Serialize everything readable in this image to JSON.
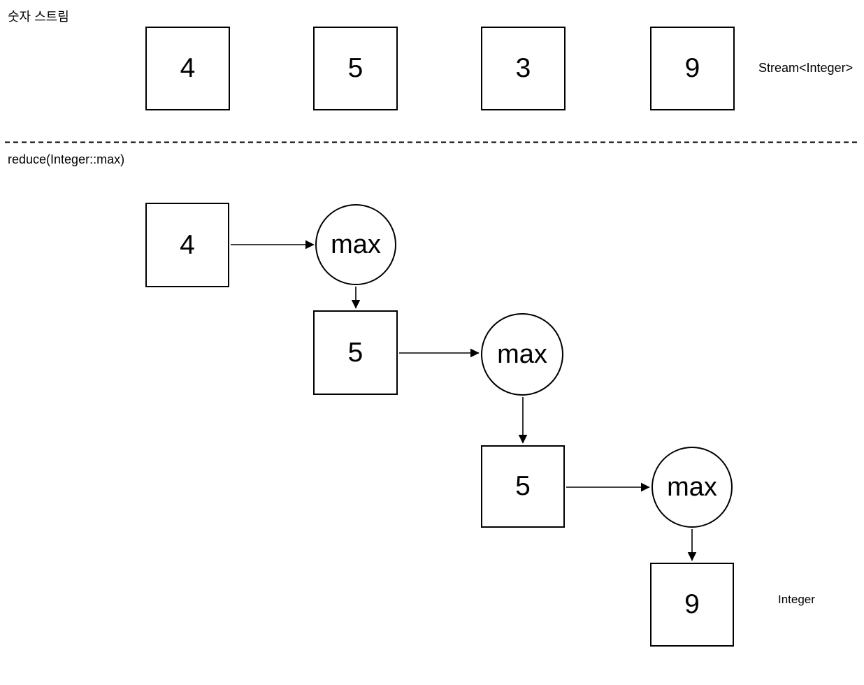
{
  "stream_section": {
    "title": "숫자 스트림",
    "type_label": "Stream<Integer>",
    "boxes": [
      "4",
      "5",
      "3",
      "9"
    ]
  },
  "reduce_section": {
    "title": "reduce(Integer::max)",
    "steps": [
      {
        "input": "4",
        "op": "max"
      },
      {
        "input": "5",
        "op": "max"
      },
      {
        "input": "5",
        "op": "max"
      }
    ],
    "result": "9",
    "result_type_label": "Integer"
  },
  "colors": {
    "stroke": "#000000",
    "background": "#ffffff",
    "text": "#000000"
  }
}
